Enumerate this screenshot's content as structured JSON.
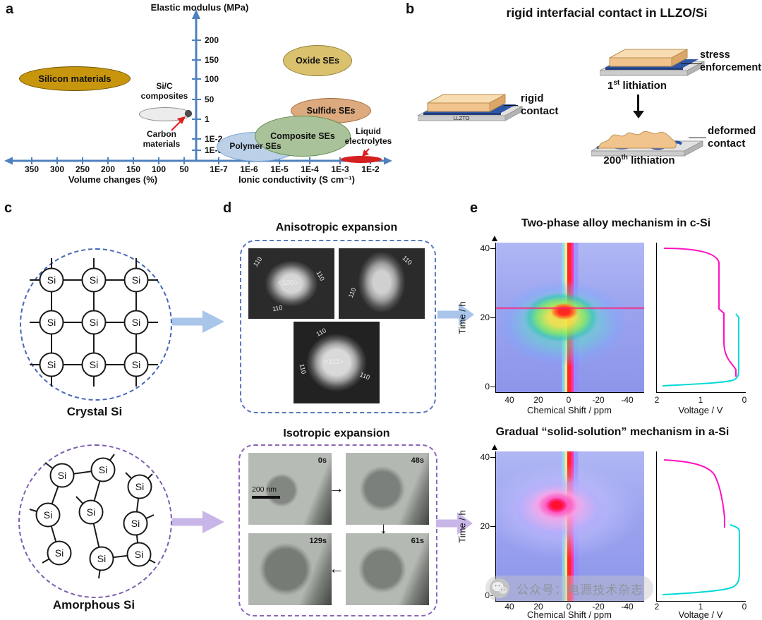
{
  "colors": {
    "axis_blue": "#4f81bd",
    "silicon_fill": "#c8960c",
    "oxide_fill": "#d9c16d",
    "sulfide_fill": "#dcaa7e",
    "composite_fill": "#aac29a",
    "polymer_fill": "#bcd0e8",
    "sic_fill": "#ececec",
    "liquid_red": "#d42020",
    "crystal_dash_blue": "#4668b8",
    "amorphous_dash_purple": "#7d5fb0",
    "arrow_blue": "#a9c6ea",
    "arrow_purple": "#c9b6e8"
  },
  "panel_a": {
    "tag": "a",
    "y_axis_title": "Elastic modulus (MPa)",
    "y_ticks": [
      "200",
      "150",
      "100",
      "50",
      "1",
      "1E-2",
      "1E-3"
    ],
    "x_left_title": "Volume changes (%)",
    "x_left_ticks": [
      "350",
      "300",
      "250",
      "200",
      "150",
      "100",
      "50"
    ],
    "x_right_title": "Ionic conductivity (S cm⁻¹)",
    "x_right_ticks": [
      "1E-7",
      "1E-6",
      "1E-5",
      "1E-4",
      "1E-3",
      "1E-2"
    ],
    "silicon": "Silicon materials",
    "sic": "Si/C\ncomposites",
    "carbon": "Carbon\nmaterials",
    "oxide": "Oxide SEs",
    "sulfide": "Sulfide SEs",
    "composite": "Composite SEs",
    "polymer": "Polymer SEs",
    "liquid": "Liquid\nelectrolytes"
  },
  "panel_b": {
    "tag": "b",
    "title": "rigid interfacial contact in LLZO/Si",
    "llzto": "LLZTO",
    "rigid_contact": "rigid\ncontact",
    "stress_enforcement": "stress\nenforcement",
    "deformed_contact": "deformed\ncontact",
    "lith1_base": "1",
    "lith1_sup": "st",
    "lith1_rest": " lithiation",
    "lith200_base": "200",
    "lith200_sup": "th",
    "lith200_rest": " lithiation"
  },
  "panel_c": {
    "tag": "c",
    "atom": "Si",
    "crystal_caption": "Crystal Si",
    "amorphous_caption": "Amorphous Si"
  },
  "panel_d": {
    "tag": "d",
    "aniso_title": "Anisotropic expansion",
    "iso_title": "Isotropic expansion",
    "sem1": {
      "l1": "110",
      "l2": "<100>",
      "l3": "110",
      "l4": "110"
    },
    "sem2": {
      "l1": "110",
      "l2": "110"
    },
    "sem3": {
      "l1": "110",
      "l2": "<111>",
      "l3": "110",
      "l4": "110"
    },
    "tem": {
      "t1": "0s",
      "t2": "48s",
      "t3": "129s",
      "t4": "61s"
    },
    "scale_bar": "200 nm"
  },
  "panel_e": {
    "tag": "e",
    "top_title": "Two-phase alloy mechanism in c-Si",
    "bottom_title": "Gradual “solid-solution” mechanism in a-Si",
    "time_label": "Time / h",
    "time_ticks": [
      "40",
      "20",
      "0"
    ],
    "shift_label": "Chemical Shift / ppm",
    "shift_ticks": [
      "40",
      "20",
      "0",
      "-20",
      "-40"
    ],
    "voltage_label": "Voltage / V",
    "voltage_ticks": [
      "2",
      "1",
      "0"
    ]
  },
  "watermark": {
    "text": "公众号：电源技术杂志"
  }
}
